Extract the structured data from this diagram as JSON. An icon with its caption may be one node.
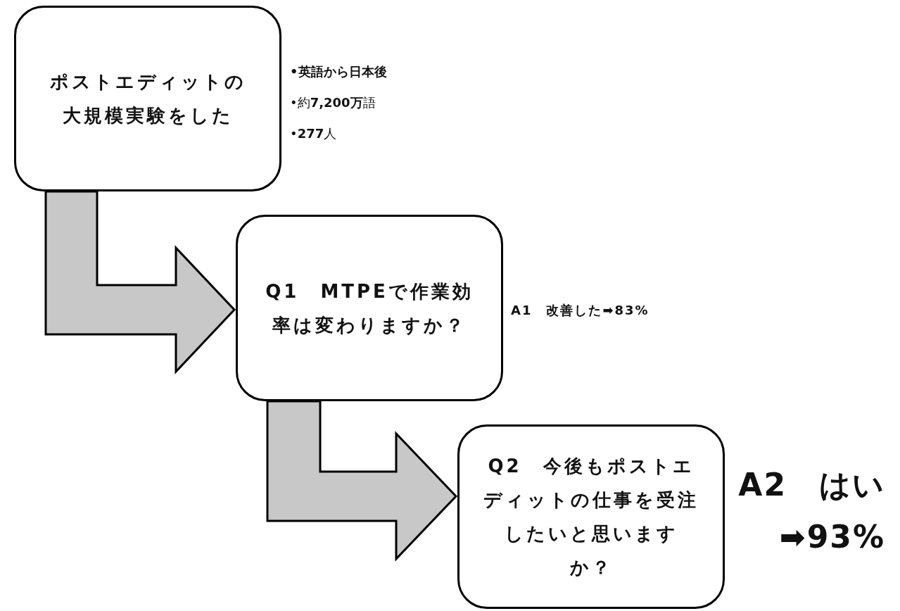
{
  "diagram": {
    "nodes": [
      {
        "text": [
          "ポストエディットの大規模実験をした"
        ],
        "beside": [
          "**•英語から日本後**",
          "•約**7,200万**語",
          "•**277**人"
        ]
      },
      {
        "text": [
          "Q1　MTPEで作業効率は変わりますか？"
        ],
        "beside": [
          "A1　改善した➡83%"
        ]
      },
      {
        "text": [
          "Q2　今後もポストエディットの仕事を受注したいと思いますか？"
        ],
        "beside": [
          "A2　はい ➡93%"
        ]
      }
    ],
    "edges": [
      {
        "from": 0,
        "to": 1,
        "arrow": "to"
      },
      {
        "from": 1,
        "to": 2,
        "arrow": "to"
      }
    ]
  }
}
